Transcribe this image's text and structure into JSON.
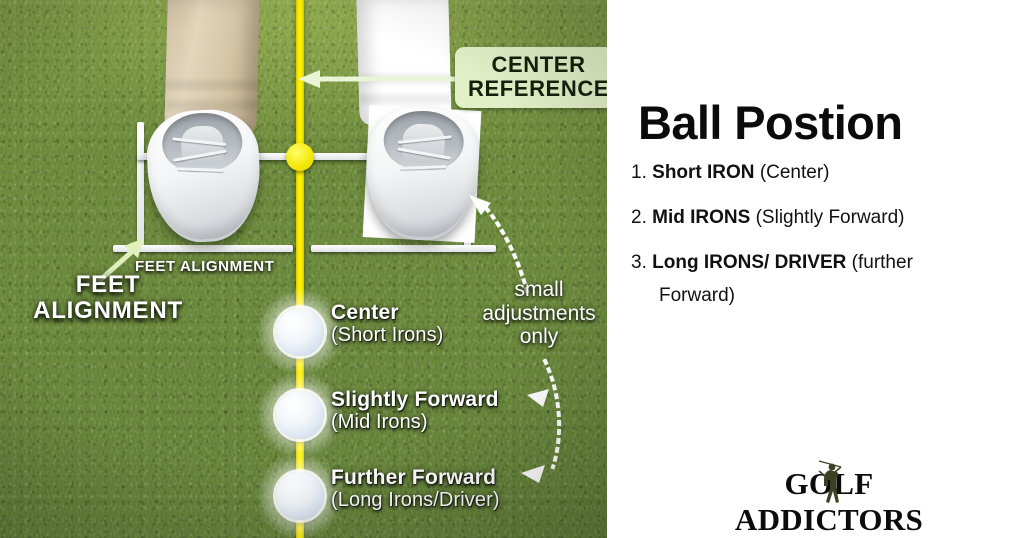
{
  "photo": {
    "callout": {
      "line1": "CENTER",
      "line2": "REFERENCE",
      "box_color": "#e2f0c8",
      "text_color": "#15200c",
      "arrow_icon": "left-arrow-icon"
    },
    "feet_alignment_small": "FEET ALIGNMENT",
    "feet_alignment_big": {
      "line1": "FEET",
      "line2": "ALIGNMENT",
      "arrow_icon": "up-right-arrow-icon"
    },
    "small_adjustments": {
      "line1": "small",
      "line2": "adjustments",
      "line3": "only"
    },
    "center_line_color": "#fff200",
    "center_dot_color": "#f2e400",
    "grass_color": "#6e8c3c",
    "ball_positions": [
      {
        "main": "Center",
        "sub": "(Short Irons)"
      },
      {
        "main": "Slightly Forward",
        "sub": "(Mid Irons)"
      },
      {
        "main": "Further Forward",
        "sub": "(Long Irons/Driver)"
      }
    ]
  },
  "right": {
    "title": "Ball Postion",
    "items": [
      {
        "num": "1.",
        "bold": "Short  IRON",
        "plain": "(Center)",
        "wrap": ""
      },
      {
        "num": "2.",
        "bold": "Mid IRONS",
        "plain": "(Slightly Forward)",
        "wrap": ""
      },
      {
        "num": "3.",
        "bold": "Long IRONS/ DRIVER",
        "plain": "(further",
        "wrap": "Forward)"
      }
    ],
    "logo": {
      "text": "GOLF ADDICTORS",
      "icon": "golfer-silhouette-icon",
      "icon_color": "#3a4223"
    }
  }
}
